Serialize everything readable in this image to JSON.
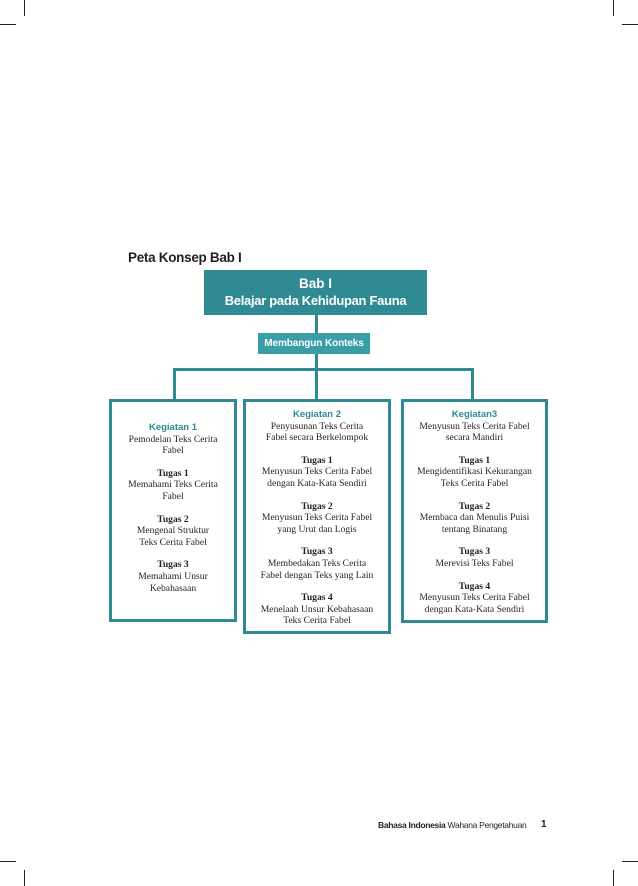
{
  "concept_map": {
    "title": "Peta Konsep Bab I",
    "chapter": {
      "line1": "Bab I",
      "line2": "Belajar pada Kehidupan Fauna"
    },
    "context": "Membangun Konteks",
    "activities": [
      {
        "title": "Kegiatan 1",
        "description": [
          "Pemodelan Teks Cerita",
          "Fabel"
        ],
        "tasks": [
          {
            "title": "Tugas 1",
            "lines": [
              "Memahami Teks Cerita",
              "Fabel"
            ]
          },
          {
            "title": "Tugas 2",
            "lines": [
              "Mengenal Struktur",
              "Teks Cerita Fabel"
            ]
          },
          {
            "title": "Tugas 3",
            "lines": [
              "Memahami Unsur",
              "Kebahasaan"
            ]
          }
        ]
      },
      {
        "title": "Kegiatan 2",
        "description": [
          "Penyusunan Teks Cerita",
          "Fabel secara Berkelompok"
        ],
        "tasks": [
          {
            "title": "Tugas 1",
            "lines": [
              "Menyusun Teks Cerita Fabel",
              "dengan Kata-Kata Sendiri"
            ]
          },
          {
            "title": "Tugas 2",
            "lines": [
              "Menyusun Teks Cerita Fabel",
              "yang Urut dan Logis"
            ]
          },
          {
            "title": "Tugas 3",
            "lines": [
              "Membedakan Teks Cerita",
              "Fabel dengan Teks yang Lain"
            ]
          },
          {
            "title": "Tugas 4",
            "lines": [
              "Menelaah Unsur Kebahasaan",
              "Teks Cerita Fabel"
            ]
          }
        ]
      },
      {
        "title": "Kegiatan3",
        "description": [
          "Menyusun Teks Cerita Fabel",
          "secara Mandiri"
        ],
        "tasks": [
          {
            "title": "Tugas 1",
            "lines": [
              "Mengidentifikasi Kekurangan",
              "Teks Cerita Fabel"
            ]
          },
          {
            "title": "Tugas 2",
            "lines": [
              "Membaca dan Menulis Puisi",
              "tentang Binatang"
            ]
          },
          {
            "title": "Tugas 3",
            "lines": [
              "Merevisi Teks Fabel"
            ]
          },
          {
            "title": "Tugas 4",
            "lines": [
              "Menyusun Teks Cerita Fabel",
              "dengan Kata-Kata Sendiri"
            ]
          }
        ]
      }
    ]
  },
  "footer": {
    "book_title": "Bahasa Indonesia",
    "subtitle": "Wahana Pengetahuan",
    "page_number": "1"
  },
  "colors": {
    "accent": "#2f8a94",
    "accent_light": "#3a9ea6",
    "text": "#231f20"
  }
}
